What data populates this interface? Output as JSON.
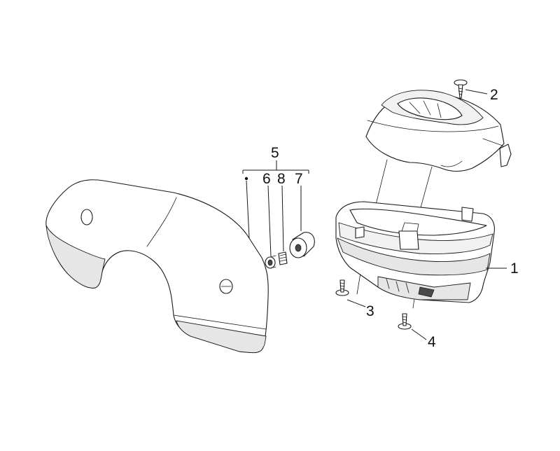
{
  "callouts": {
    "c1": "1",
    "c2": "2",
    "c3": "3",
    "c4": "4",
    "c5": "5",
    "c6": "6",
    "c7": "7",
    "c8": "8"
  },
  "parts": [
    "side-shield-panel",
    "upper-handlebar-cover",
    "lower-handlebar-cover",
    "screw-2",
    "screw-3",
    "screw-4",
    "bushing-6",
    "spring-8",
    "knob-7"
  ]
}
